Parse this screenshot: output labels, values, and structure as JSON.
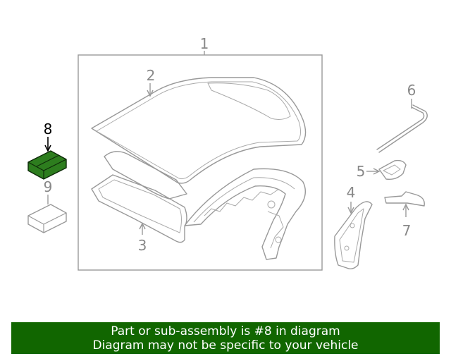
{
  "callouts": {
    "c1": "1",
    "c2": "2",
    "c3": "3",
    "c4": "4",
    "c5": "5",
    "c6": "6",
    "c7": "7",
    "c8": "8",
    "c9": "9"
  },
  "highlight": {
    "part": "8",
    "fill_color": "#2d7d1e",
    "banner_color": "#116600"
  },
  "banner": {
    "line1": "Part or sub-assembly is #8 in diagram",
    "line2": "Diagram may not be specific to your vehicle"
  }
}
